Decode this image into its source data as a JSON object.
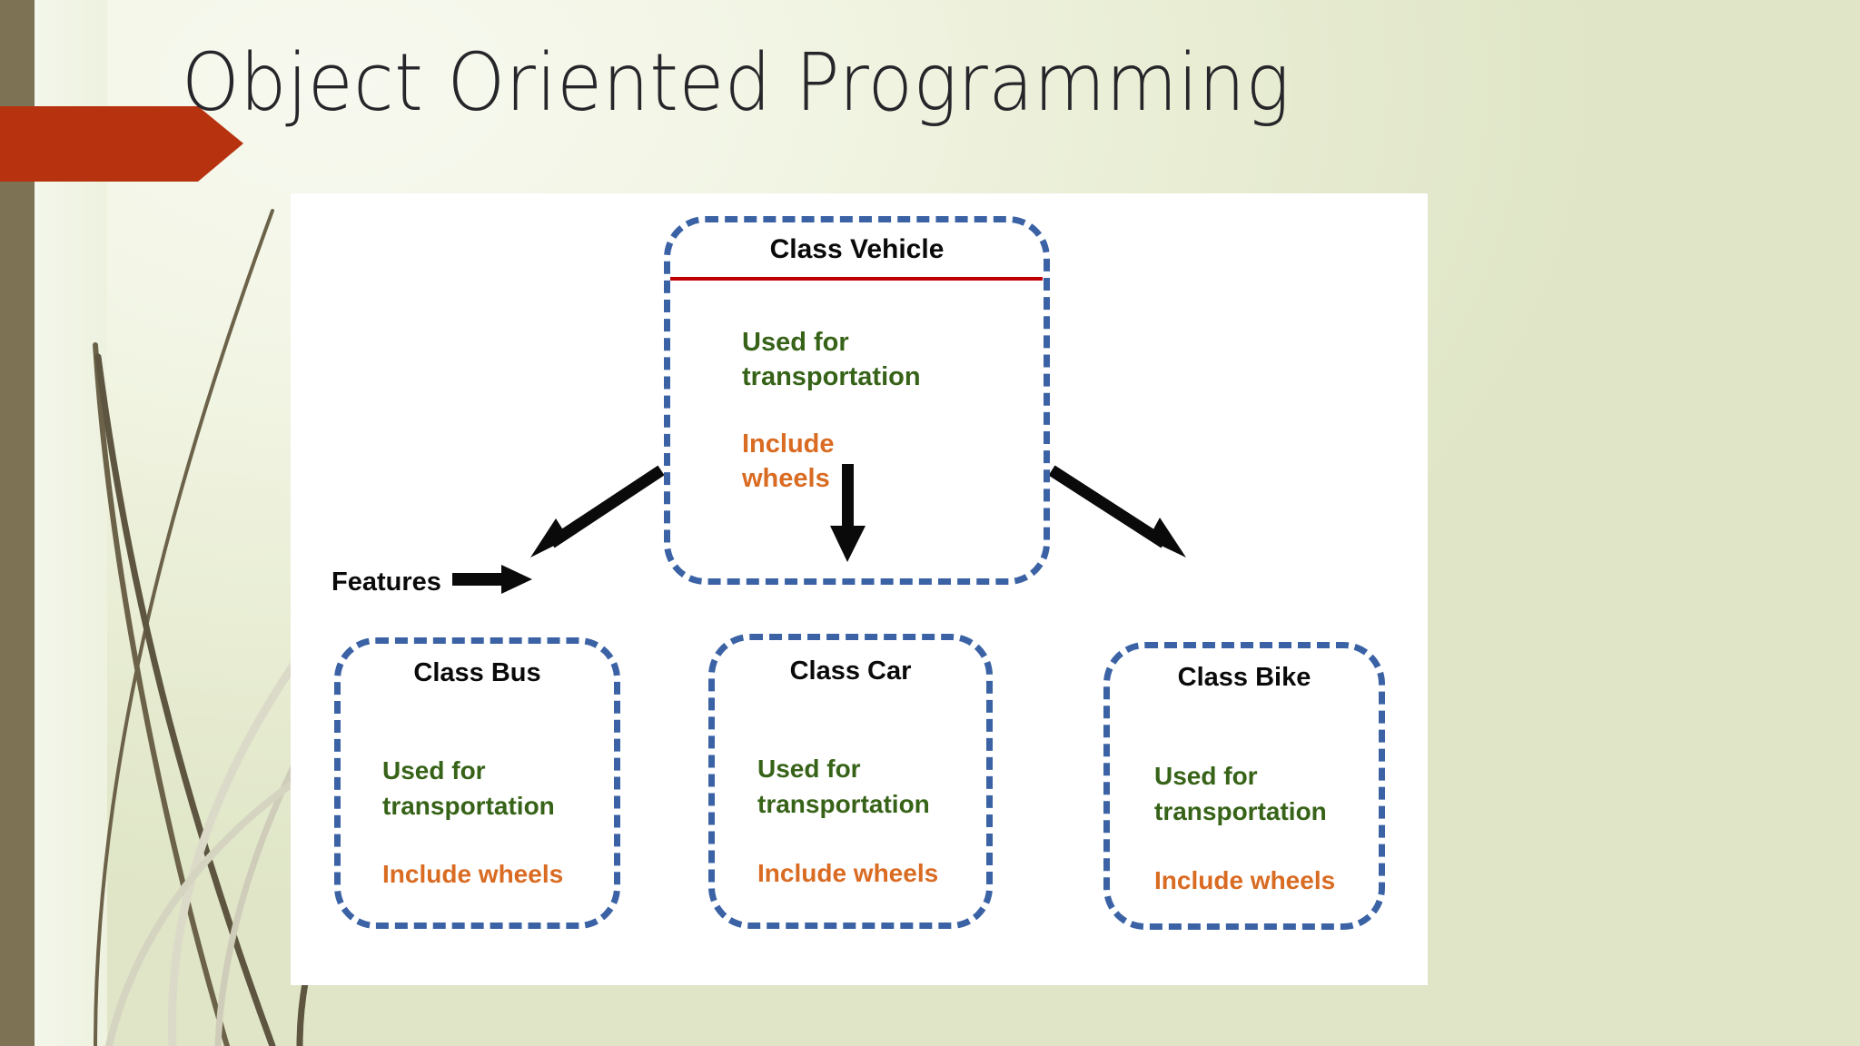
{
  "slide": {
    "title": "Object Oriented Programming",
    "theme": {
      "background": "#eef0dc",
      "accent_red": "#b7330f",
      "band_brown": "#7d7354",
      "box_blue": "#3a62a4",
      "rule_red": "#c00000",
      "green_text": "#376318",
      "orange_text": "#d96b22"
    }
  },
  "diagram": {
    "features_label": "Features",
    "parent": {
      "name": "class-vehicle",
      "title": "Class Vehicle",
      "feature_green_line1": "Used for",
      "feature_green_line2": "transportation",
      "feature_orange_line1": "Include",
      "feature_orange_line2": "wheels"
    },
    "children": [
      {
        "name": "class-bus",
        "title": "Class Bus",
        "feature_green_line1": "Used for",
        "feature_green_line2": "transportation",
        "feature_orange": "Include wheels"
      },
      {
        "name": "class-car",
        "title": "Class Car",
        "feature_green_line1": "Used for",
        "feature_green_line2": "transportation",
        "feature_orange": "Include wheels"
      },
      {
        "name": "class-bike",
        "title": "Class Bike",
        "feature_green_line1": "Used for",
        "feature_green_line2": "transportation",
        "feature_orange": "Include wheels"
      }
    ]
  }
}
